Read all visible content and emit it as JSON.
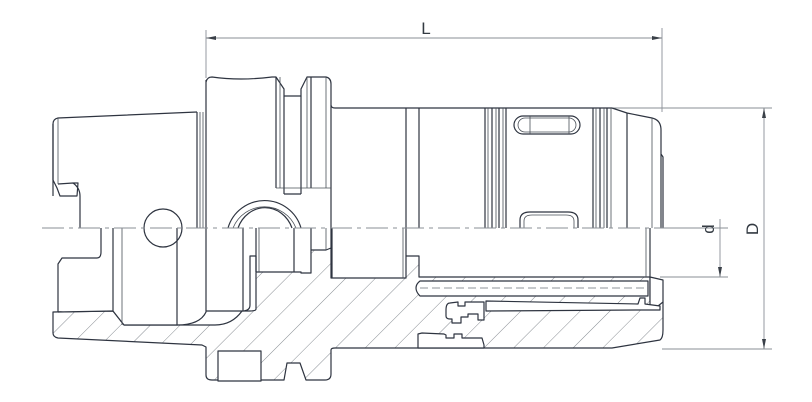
{
  "drawing": {
    "subject": "HSK hydraulic/collet tool holder - half-section side view",
    "line_color": "#2e3440",
    "dimension_color": "#8a8f96",
    "background": "#ffffff"
  },
  "dimensions": {
    "length": {
      "label": "L",
      "orientation": "horizontal"
    },
    "bore_diameter": {
      "label": "d",
      "orientation": "vertical"
    },
    "outer_diameter": {
      "label": "D",
      "orientation": "vertical"
    }
  }
}
